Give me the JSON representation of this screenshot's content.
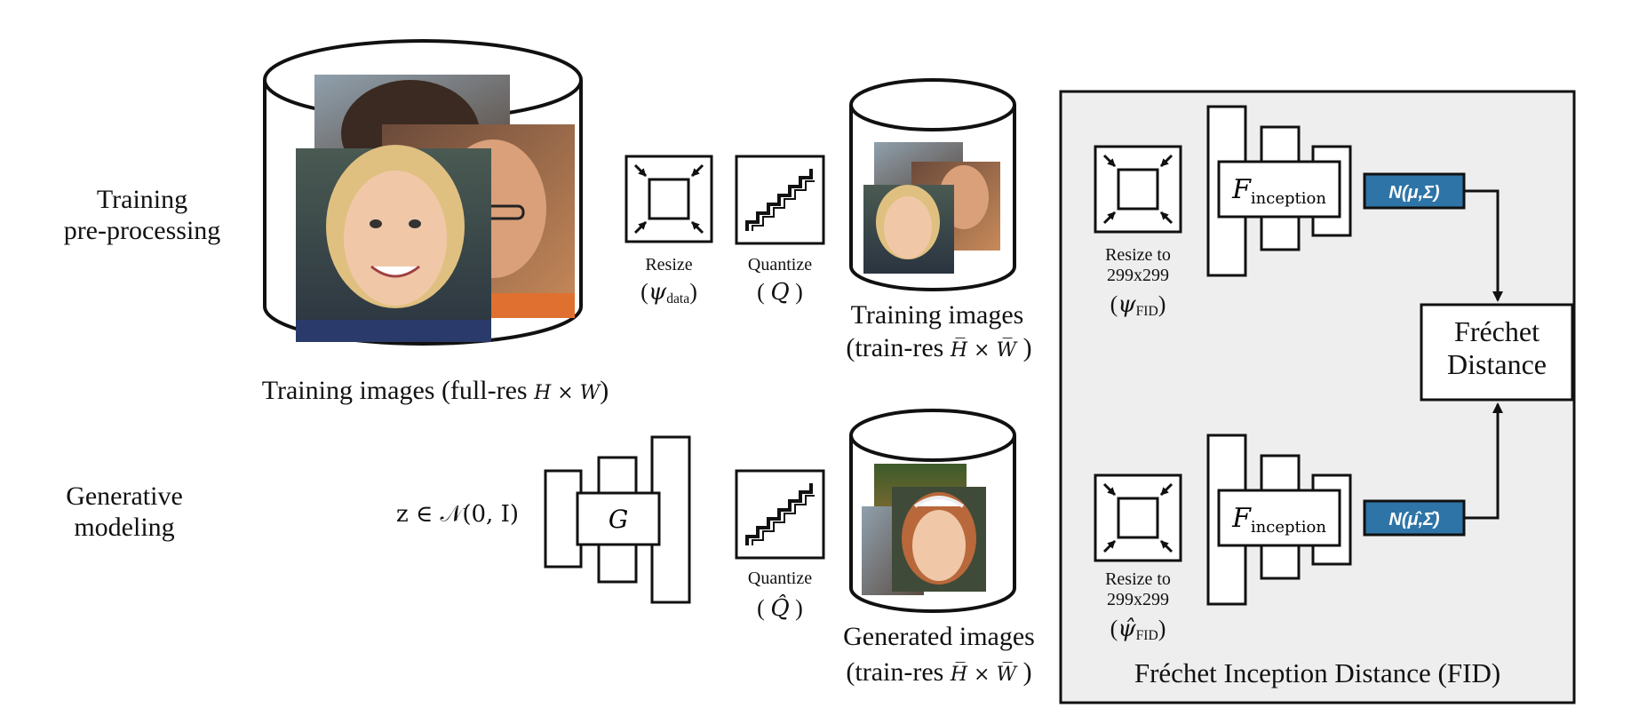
{
  "rows": {
    "training": "Training\npre-processing",
    "generative": "Generative\nmodeling"
  },
  "training_pipeline": {
    "full_res_caption_text": "Training images (full-res ",
    "full_res_caption_math": "H × W",
    "resize_label": "Resize",
    "resize_symbol": "ψ",
    "resize_sub": "data",
    "quantize_label": "Quantize",
    "quantize_symbol": "Q",
    "train_res_title": "Training images",
    "train_res_caption_text": "(train-res ",
    "train_res_caption_math": "H̅ × W̅"
  },
  "generative_pipeline": {
    "latent": "z ∈ 𝒩(0, I)",
    "generator": "G",
    "quantize_label": "Quantize",
    "quantize_symbol": "Q̂",
    "generated_title": "Generated images",
    "generated_caption_text": "(train-res ",
    "generated_caption_math": "H̅ × W̅"
  },
  "fid": {
    "title": "Fréchet Inception Distance (FID)",
    "resize_label": "Resize to\n299x299",
    "resize_symbol_top": "ψ",
    "resize_symbol_bottom": "ψ̂",
    "resize_sub": "FID",
    "inception_symbol": "F",
    "inception_sub": "inception",
    "gaussian_top": "N(μ,Σ)",
    "gaussian_bottom": "N(μ̂,Σ̂)",
    "frechet": "Fréchet\nDistance"
  },
  "colors": {
    "gaussian_fill": "#2e74a6",
    "fid_panel": "#eeeeee",
    "stroke": "#111111"
  },
  "icons": {
    "resize": "resize-arrows-icon",
    "quantize": "staircase-icon",
    "dataset": "cylinder-icon",
    "face_photos": "face-photo-thumbnail"
  }
}
